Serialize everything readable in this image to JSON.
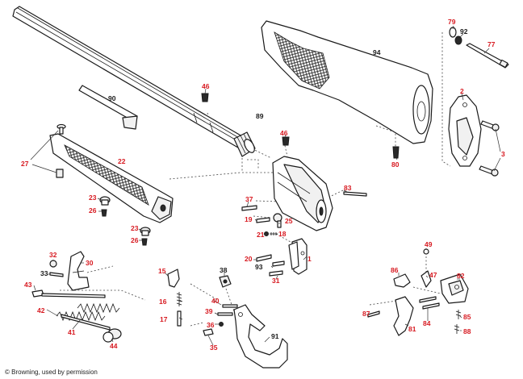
{
  "colors": {
    "part_number_red": "#d71920",
    "part_number_black": "#1a1a1a",
    "line": "#1a1a1a"
  },
  "credit": "© Browning, used by permission",
  "callouts": [
    {
      "id": "79",
      "text": "79",
      "color": "red"
    },
    {
      "id": "92",
      "text": "92",
      "color": "black"
    },
    {
      "id": "77",
      "text": "77",
      "color": "red"
    },
    {
      "id": "94",
      "text": "94",
      "color": "black"
    },
    {
      "id": "2",
      "text": "2",
      "color": "red"
    },
    {
      "id": "3",
      "text": "3",
      "color": "red"
    },
    {
      "id": "80",
      "text": "80",
      "color": "red"
    },
    {
      "id": "90",
      "text": "90",
      "color": "black"
    },
    {
      "id": "46a",
      "text": "46",
      "color": "red"
    },
    {
      "id": "89",
      "text": "89",
      "color": "black"
    },
    {
      "id": "46b",
      "text": "46",
      "color": "red"
    },
    {
      "id": "27",
      "text": "27",
      "color": "red"
    },
    {
      "id": "22",
      "text": "22",
      "color": "red"
    },
    {
      "id": "83",
      "text": "83",
      "color": "red"
    },
    {
      "id": "37",
      "text": "37",
      "color": "red"
    },
    {
      "id": "23a",
      "text": "23",
      "color": "red"
    },
    {
      "id": "26a",
      "text": "26",
      "color": "red"
    },
    {
      "id": "19",
      "text": "19",
      "color": "red"
    },
    {
      "id": "25",
      "text": "25",
      "color": "red"
    },
    {
      "id": "21",
      "text": "21",
      "color": "red"
    },
    {
      "id": "18",
      "text": "18",
      "color": "red"
    },
    {
      "id": "23b",
      "text": "23",
      "color": "red"
    },
    {
      "id": "26b",
      "text": "26",
      "color": "red"
    },
    {
      "id": "32",
      "text": "32",
      "color": "red"
    },
    {
      "id": "30",
      "text": "30",
      "color": "red"
    },
    {
      "id": "33",
      "text": "33",
      "color": "black"
    },
    {
      "id": "20",
      "text": "20",
      "color": "red"
    },
    {
      "id": "1",
      "text": "1",
      "color": "red"
    },
    {
      "id": "93",
      "text": "93",
      "color": "black"
    },
    {
      "id": "15",
      "text": "15",
      "color": "red"
    },
    {
      "id": "31",
      "text": "31",
      "color": "red"
    },
    {
      "id": "38",
      "text": "38",
      "color": "black"
    },
    {
      "id": "43",
      "text": "43",
      "color": "red"
    },
    {
      "id": "16",
      "text": "16",
      "color": "red"
    },
    {
      "id": "40",
      "text": "40",
      "color": "red"
    },
    {
      "id": "42",
      "text": "42",
      "color": "red"
    },
    {
      "id": "17",
      "text": "17",
      "color": "red"
    },
    {
      "id": "39",
      "text": "39",
      "color": "red"
    },
    {
      "id": "41",
      "text": "41",
      "color": "red"
    },
    {
      "id": "36",
      "text": "36",
      "color": "red"
    },
    {
      "id": "91",
      "text": "91",
      "color": "black"
    },
    {
      "id": "35",
      "text": "35",
      "color": "red"
    },
    {
      "id": "44",
      "text": "44",
      "color": "red"
    },
    {
      "id": "49",
      "text": "49",
      "color": "red"
    },
    {
      "id": "86",
      "text": "86",
      "color": "red"
    },
    {
      "id": "47",
      "text": "47",
      "color": "red"
    },
    {
      "id": "82",
      "text": "82",
      "color": "red"
    },
    {
      "id": "87",
      "text": "87",
      "color": "red"
    },
    {
      "id": "84",
      "text": "84",
      "color": "red"
    },
    {
      "id": "85",
      "text": "85",
      "color": "red"
    },
    {
      "id": "81",
      "text": "81",
      "color": "red"
    },
    {
      "id": "88",
      "text": "88",
      "color": "red"
    }
  ]
}
